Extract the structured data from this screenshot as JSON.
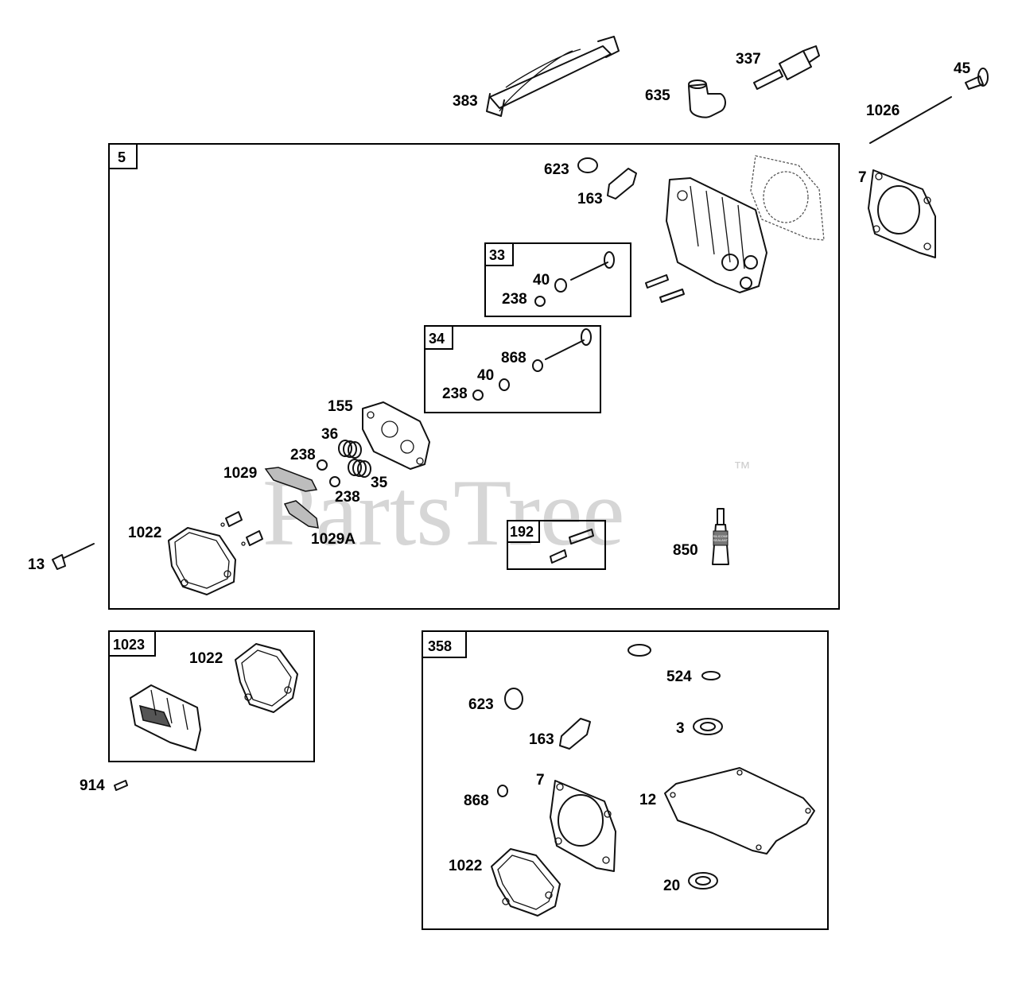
{
  "watermark": {
    "text": "PartsTree",
    "tm": "™"
  },
  "box_labels": {
    "b5": "5",
    "b33": "33",
    "b34": "34",
    "b192": "192",
    "b1023": "1023",
    "b358": "358"
  },
  "labels": {
    "l383": "383",
    "l635": "635",
    "l337": "337",
    "l45": "45",
    "l1026": "1026",
    "l7_top": "7",
    "l623_a": "623",
    "l163_a": "163",
    "l40_a": "40",
    "l238_a": "238",
    "l868_a": "868",
    "l40_b": "40",
    "l238_b": "238",
    "l155": "155",
    "l36": "36",
    "l238_c": "238",
    "l1029": "1029",
    "l35": "35",
    "l238_d": "238",
    "l1029a": "1029A",
    "l1022_a": "1022",
    "l13": "13",
    "l850": "850",
    "l1022_b": "1022",
    "l914": "914",
    "l524": "524",
    "l623_b": "623",
    "l163_b": "163",
    "l3": "3",
    "l7_b": "7",
    "l12": "12",
    "l868_b": "868",
    "l1022_c": "1022",
    "l20": "20"
  },
  "tube_text": {
    "line1": "SILICONE",
    "line2": "SEALANT"
  },
  "colors": {
    "line": "#111111",
    "watermark": "#cfcfcf",
    "background": "#ffffff"
  }
}
